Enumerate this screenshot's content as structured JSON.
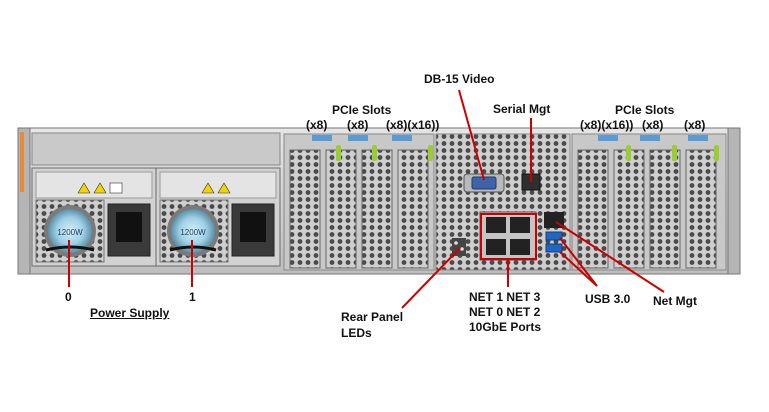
{
  "labels": {
    "db15_video": "DB-15 Video",
    "serial_mgt": "Serial Mgt",
    "pcie_left_title": "PCIe Slots",
    "pcie_right_title": "PCIe Slots",
    "pcie_left_slots": [
      "(x8)",
      "(x8)",
      "(x8)(x16))"
    ],
    "pcie_right_slots": [
      "(x8)(x16))",
      "(x8)",
      "(x8)"
    ],
    "psu_0": "0",
    "psu_1": "1",
    "power_supply": "Power Supply",
    "psu_rating": "1200W",
    "rear_panel_leds": [
      "Rear Panel",
      "LEDs"
    ],
    "net_ports": [
      "NET 1 NET 3",
      "NET 0 NET 2",
      "10GbE Ports"
    ],
    "usb": "USB 3.0",
    "net_mgt": "Net Mgt"
  },
  "colors": {
    "callout_line": "#cc0000",
    "chassis": "#d6d6d6",
    "chassis_dark": "#8a8a8a",
    "psu_fan_blue": "#9fd0e6",
    "latch_green": "#9acd32",
    "slot_tag_blue": "#5b9bd5",
    "accent_orange": "#e98a3a"
  }
}
